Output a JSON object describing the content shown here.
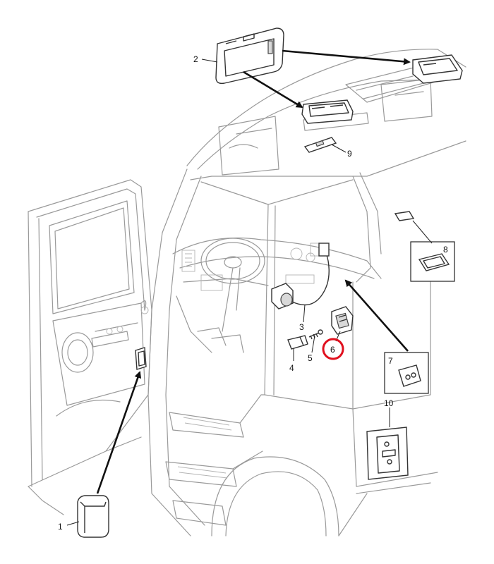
{
  "callouts": {
    "c1": "1",
    "c2": "2",
    "c3": "3",
    "c4": "4",
    "c5": "5",
    "c6": "6",
    "c7": "7",
    "c8": "8",
    "c9": "9",
    "c10": "10"
  },
  "colors": {
    "highlight": "#e0101e",
    "line": "#9a9a9a",
    "part": "#333333"
  }
}
